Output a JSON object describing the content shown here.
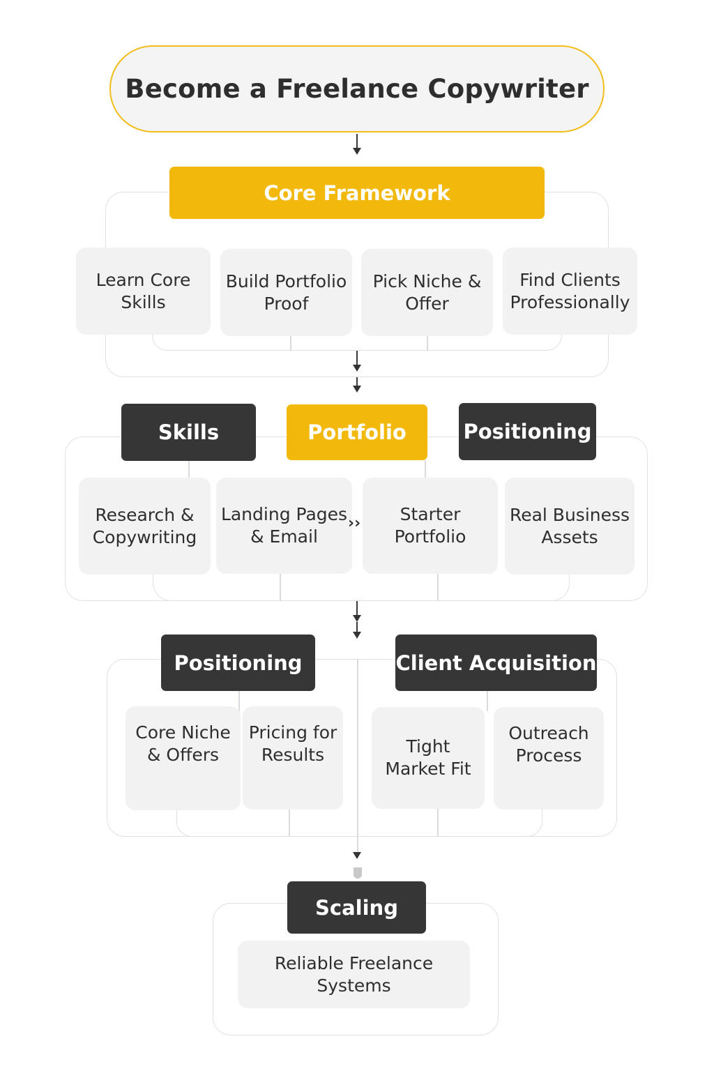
{
  "title": "Become a Freelance Copywriter",
  "colors": {
    "accent": "#f2b90c",
    "dark": "#363636",
    "card": "#f2f2f2",
    "border": "#dfe1e4"
  },
  "core_framework": {
    "header": "Core Framework",
    "items": [
      "Learn Core Skills",
      "Build Portfolio Proof",
      "Pick Niche & Offer",
      "Find Clients Professionally"
    ]
  },
  "stage2": {
    "headers": [
      "Skills",
      "Portfolio",
      "Positioning"
    ],
    "items": [
      "Research & Copywriting",
      "Landing Pages & Email",
      "Starter Portfolio",
      "Real Business Assets"
    ],
    "connector_icon": "double-chevron-right-icon"
  },
  "stage3": {
    "positioning": {
      "header": "Positioning",
      "items": [
        "Core Niche & Offers",
        "Pricing for Results"
      ]
    },
    "client_acquisition": {
      "header": "Client Acquisition",
      "items": [
        "Tight Market Fit",
        "Outreach Process"
      ]
    }
  },
  "scaling": {
    "header": "Scaling",
    "items": [
      "Reliable Freelance Systems"
    ]
  }
}
